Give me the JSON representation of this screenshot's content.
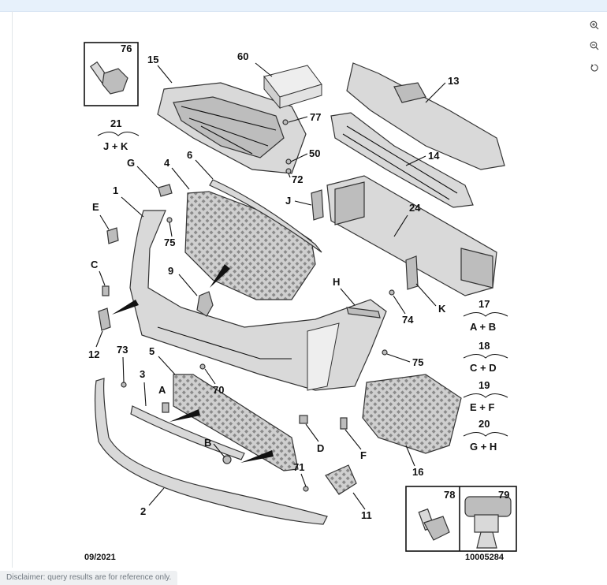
{
  "toolbar": {
    "zoom_in_icon": "zoom-in-icon",
    "zoom_out_icon": "zoom-out-icon",
    "reset_icon": "rotate-reset-icon"
  },
  "diagram": {
    "date": "09/2021",
    "reference": "10005284",
    "callouts": {
      "c76": "76",
      "c15": "15",
      "c60": "60",
      "c13": "13",
      "c77": "77",
      "c21": "21",
      "c21_sub": "J + K",
      "c50": "50",
      "c14": "14",
      "c72": "72",
      "cG": "G",
      "c4": "4",
      "c6": "6",
      "c1": "1",
      "cE": "E",
      "cJ": "J",
      "c24": "24",
      "c75a": "75",
      "cC": "C",
      "c9": "9",
      "cH": "H",
      "cK": "K",
      "c74": "74",
      "c17": "17",
      "c17_sub": "A + B",
      "c12": "12",
      "c73": "73",
      "c5": "5",
      "c18": "18",
      "c18_sub": "C + D",
      "c75b": "75",
      "c3": "3",
      "cA": "A",
      "c70": "70",
      "c19": "19",
      "c19_sub": "E + F",
      "cB": "B",
      "cD": "D",
      "cF": "F",
      "c20": "20",
      "c20_sub": "G + H",
      "c16": "16",
      "c71": "71",
      "c2": "2",
      "c11": "11",
      "c78": "78",
      "c79": "79"
    }
  },
  "disclaimer": "Disclaimer: query results are for reference only."
}
